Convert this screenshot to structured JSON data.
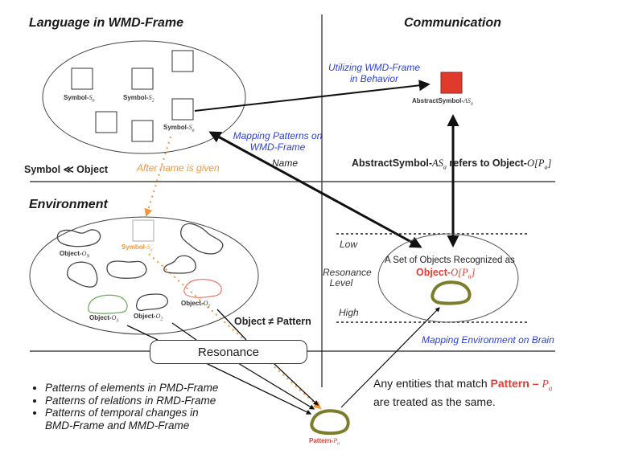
{
  "sections": {
    "language": "Language in WMD-Frame",
    "communication": "Communication",
    "environment": "Environment"
  },
  "symbols": [
    {
      "prefix": "Symbol-",
      "sub": "S",
      "idx": "n"
    },
    {
      "prefix": "Symbol-",
      "sub": "S",
      "idx": "2"
    },
    {
      "prefix": "Symbol-",
      "sub": "S",
      "idx": "a"
    }
  ],
  "abstract_symbol": {
    "prefix": "AbstractSymbol-",
    "sub": "AS",
    "idx": "a"
  },
  "relations": {
    "symbol_vs_object": "Symbol ≪ Object",
    "after_name": "After name is given",
    "name": "Name",
    "refers_to_prefix": "AbstractSymbol-",
    "refers_to_math": "AS",
    "refers_to_idx": "a",
    "refers_to_mid": " refers to Object-",
    "refers_to_math2": "O[P",
    "refers_to_idx2": "a",
    "refers_to_end": "]",
    "object_neq_pattern": "Object ≠ Pattern"
  },
  "blue_labels": {
    "utilizing_1": "Utilizing WMD-Frame",
    "utilizing_2": "in Behavior",
    "mapping_patterns_1": "Mapping Patterns on",
    "mapping_patterns_2": "WMD-Frame",
    "mapping_env": "Mapping Environment on Brain"
  },
  "environment_items": {
    "symbol_sa": {
      "prefix": "Symbol-",
      "sub": "S",
      "idx": "a"
    },
    "objects": [
      {
        "prefix": "Object-",
        "sub": "O",
        "idx": "N"
      },
      {
        "prefix": "Object-",
        "sub": "O",
        "idx": "1"
      },
      {
        "prefix": "Object-",
        "sub": "O",
        "idx": "3"
      },
      {
        "prefix": "Object-",
        "sub": "O",
        "idx": "2"
      }
    ]
  },
  "resonance": {
    "box_label": "Resonance",
    "level_low": "Low",
    "level_label_1": "Resonance",
    "level_label_2": "Level",
    "level_high": "High"
  },
  "recognized_set": {
    "line1": "A Set of Objects Recognized as",
    "obj_prefix": "Object-",
    "obj_math": "O[P",
    "obj_idx": "a",
    "obj_end": "]"
  },
  "pattern": {
    "label_prefix": "Pattern-",
    "label_math": "P",
    "label_idx": "a",
    "desc_1_pre": "Any entities that match ",
    "desc_1_red": "Pattern – ",
    "desc_1_math": "P",
    "desc_1_idx": "a",
    "desc_2": "are treated as the same."
  },
  "bullets": [
    "Patterns of elements in PMD-Frame",
    "Patterns of relations in RMD-Frame",
    "Patterns of temporal changes in",
    "BMD-Frame and MMD-Frame"
  ],
  "colors": {
    "red_square": "#e03a2c",
    "pattern_olive": "#7b7d2a",
    "blue_text": "#2a3fe0",
    "orange": "#f0963a",
    "object1_red": "#e8776e",
    "object3_green": "#6aa85a"
  }
}
